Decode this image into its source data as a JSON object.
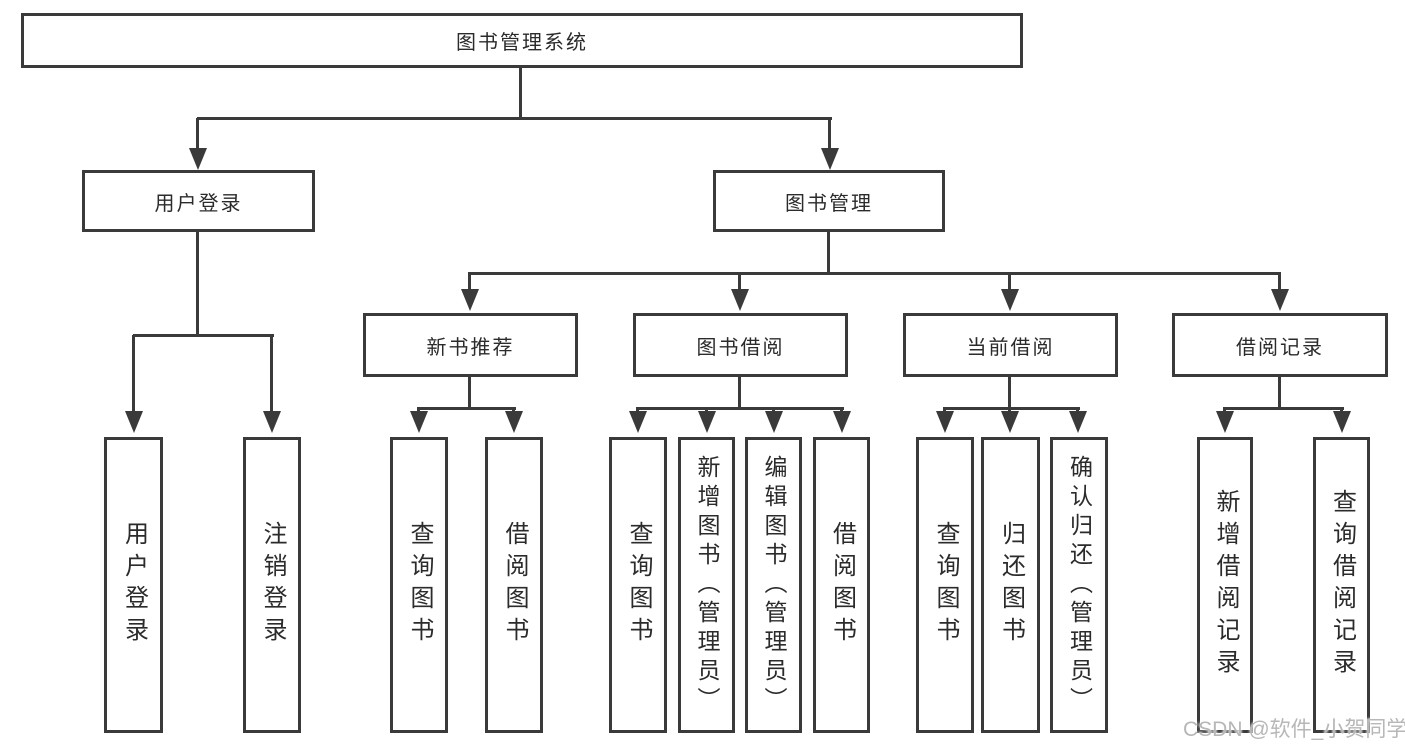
{
  "diagram_type": "hierarchy-tree",
  "root": {
    "label": "图书管理系统"
  },
  "level2": [
    {
      "label": "用户登录",
      "parent": "图书管理系统"
    },
    {
      "label": "图书管理",
      "parent": "图书管理系统"
    }
  ],
  "level3": [
    {
      "label": "新书推荐",
      "parent": "图书管理"
    },
    {
      "label": "图书借阅",
      "parent": "图书管理"
    },
    {
      "label": "当前借阅",
      "parent": "图书管理"
    },
    {
      "label": "借阅记录",
      "parent": "图书管理"
    }
  ],
  "leaves": [
    {
      "label": "用户登录",
      "parent": "用户登录"
    },
    {
      "label": "注销登录",
      "parent": "用户登录"
    },
    {
      "label": "查询图书",
      "parent": "新书推荐"
    },
    {
      "label": "借阅图书",
      "parent": "新书推荐"
    },
    {
      "label": "查询图书",
      "parent": "图书借阅"
    },
    {
      "label": "新增图书（管理员）",
      "parent": "图书借阅"
    },
    {
      "label": "编辑图书（管理员）",
      "parent": "图书借阅"
    },
    {
      "label": "借阅图书",
      "parent": "图书借阅"
    },
    {
      "label": "查询图书",
      "parent": "当前借阅"
    },
    {
      "label": "归还图书",
      "parent": "当前借阅"
    },
    {
      "label": "确认归还（管理员）",
      "parent": "当前借阅"
    },
    {
      "label": "新增借阅记录",
      "parent": "借阅记录"
    },
    {
      "label": "查询借阅记录",
      "parent": "借阅记录"
    }
  ],
  "watermark": "CSDN @软件_小贺同学",
  "colors": {
    "line": "#3a3a3a",
    "text": "#2b2b2b",
    "watermark": "#b7b7b7",
    "background": "#ffffff"
  }
}
